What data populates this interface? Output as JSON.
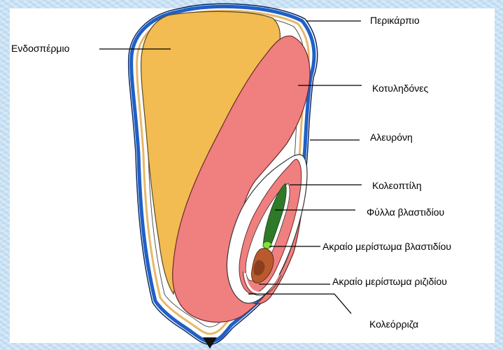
{
  "labels": {
    "pericarp": "Περικάρπιο",
    "endosperm": "Ενδοσπέρμιο",
    "cotyledon": "Κοτυληδόνες",
    "aleurone": "Αλευρόνη",
    "coleoptile": "Κολεοπτίλη",
    "plumule_leaves": "Φύλλα βλαστιδίου",
    "shoot_apical_meristem": "Ακραίο μερίστωμα βλαστιδίου",
    "root_apical_meristem": "Ακραίο μερίστωμα ριζιδίου",
    "coleorhiza": "Κολεόρριζα"
  },
  "colors": {
    "pericarp": "#1f5fc8",
    "aleurone": "#e8b868",
    "endosperm": "#f2bc52",
    "cotyledon": "#f07f7f",
    "coleoptile_leaves": "#2f7a28",
    "shoot_meristem": "#7fe03a",
    "root_meristem": "#b85a2e"
  }
}
